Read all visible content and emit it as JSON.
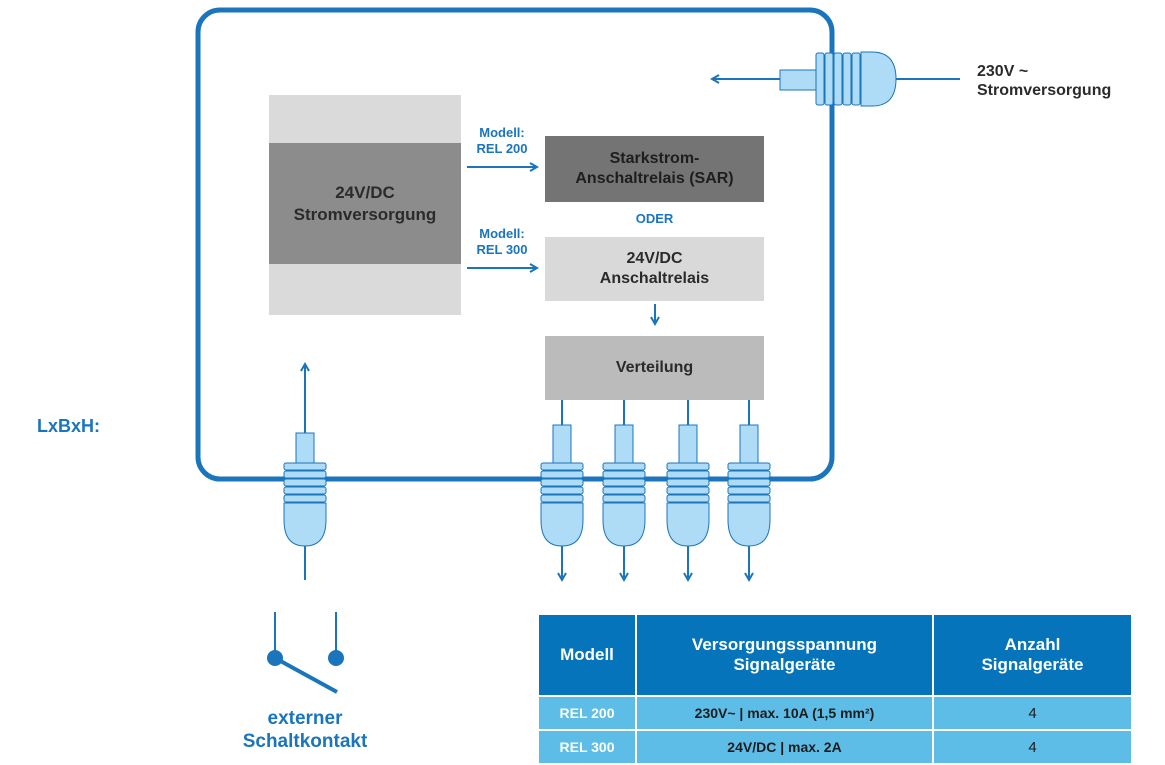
{
  "power_input": {
    "line1": "230V ~",
    "line2": "Stromversorgung"
  },
  "dimensions_label": "LxBxH:",
  "psu_block": {
    "line1": "24V/DC",
    "line2": "Stromversorgung"
  },
  "model_rel200": {
    "line1": "Modell:",
    "line2": "REL 200"
  },
  "model_rel300": {
    "line1": "Modell:",
    "line2": "REL 300"
  },
  "sar_relay": {
    "line1": "Starkstrom-",
    "line2": "Anschaltrelais (SAR)"
  },
  "oder_label": "ODER",
  "dc_relay": {
    "line1": "24V/DC",
    "line2": "Anschaltrelais"
  },
  "distribution": "Verteilung",
  "switch_label": {
    "line1": "externer",
    "line2": "Schaltkontakt"
  },
  "table": {
    "headers": {
      "model": "Modell",
      "supply_l1": "Versorgungsspannung",
      "supply_l2": "Signalgeräte",
      "count_l1": "Anzahl",
      "count_l2": "Signalgeräte"
    },
    "rows": [
      {
        "model": "REL 200",
        "supply": "230V~ | max. 10A (1,5 mm²)",
        "count": "4"
      },
      {
        "model": "REL 300",
        "supply": "24V/DC | max. 2A",
        "count": "4"
      }
    ]
  },
  "colors": {
    "accent_blue": "#1b75bc",
    "gland_blue": "#aedcf6",
    "relay_dark": "#747474",
    "relay_light": "#d9d9d9",
    "table_header": "#0574ba",
    "table_cell": "#5dbde7"
  }
}
